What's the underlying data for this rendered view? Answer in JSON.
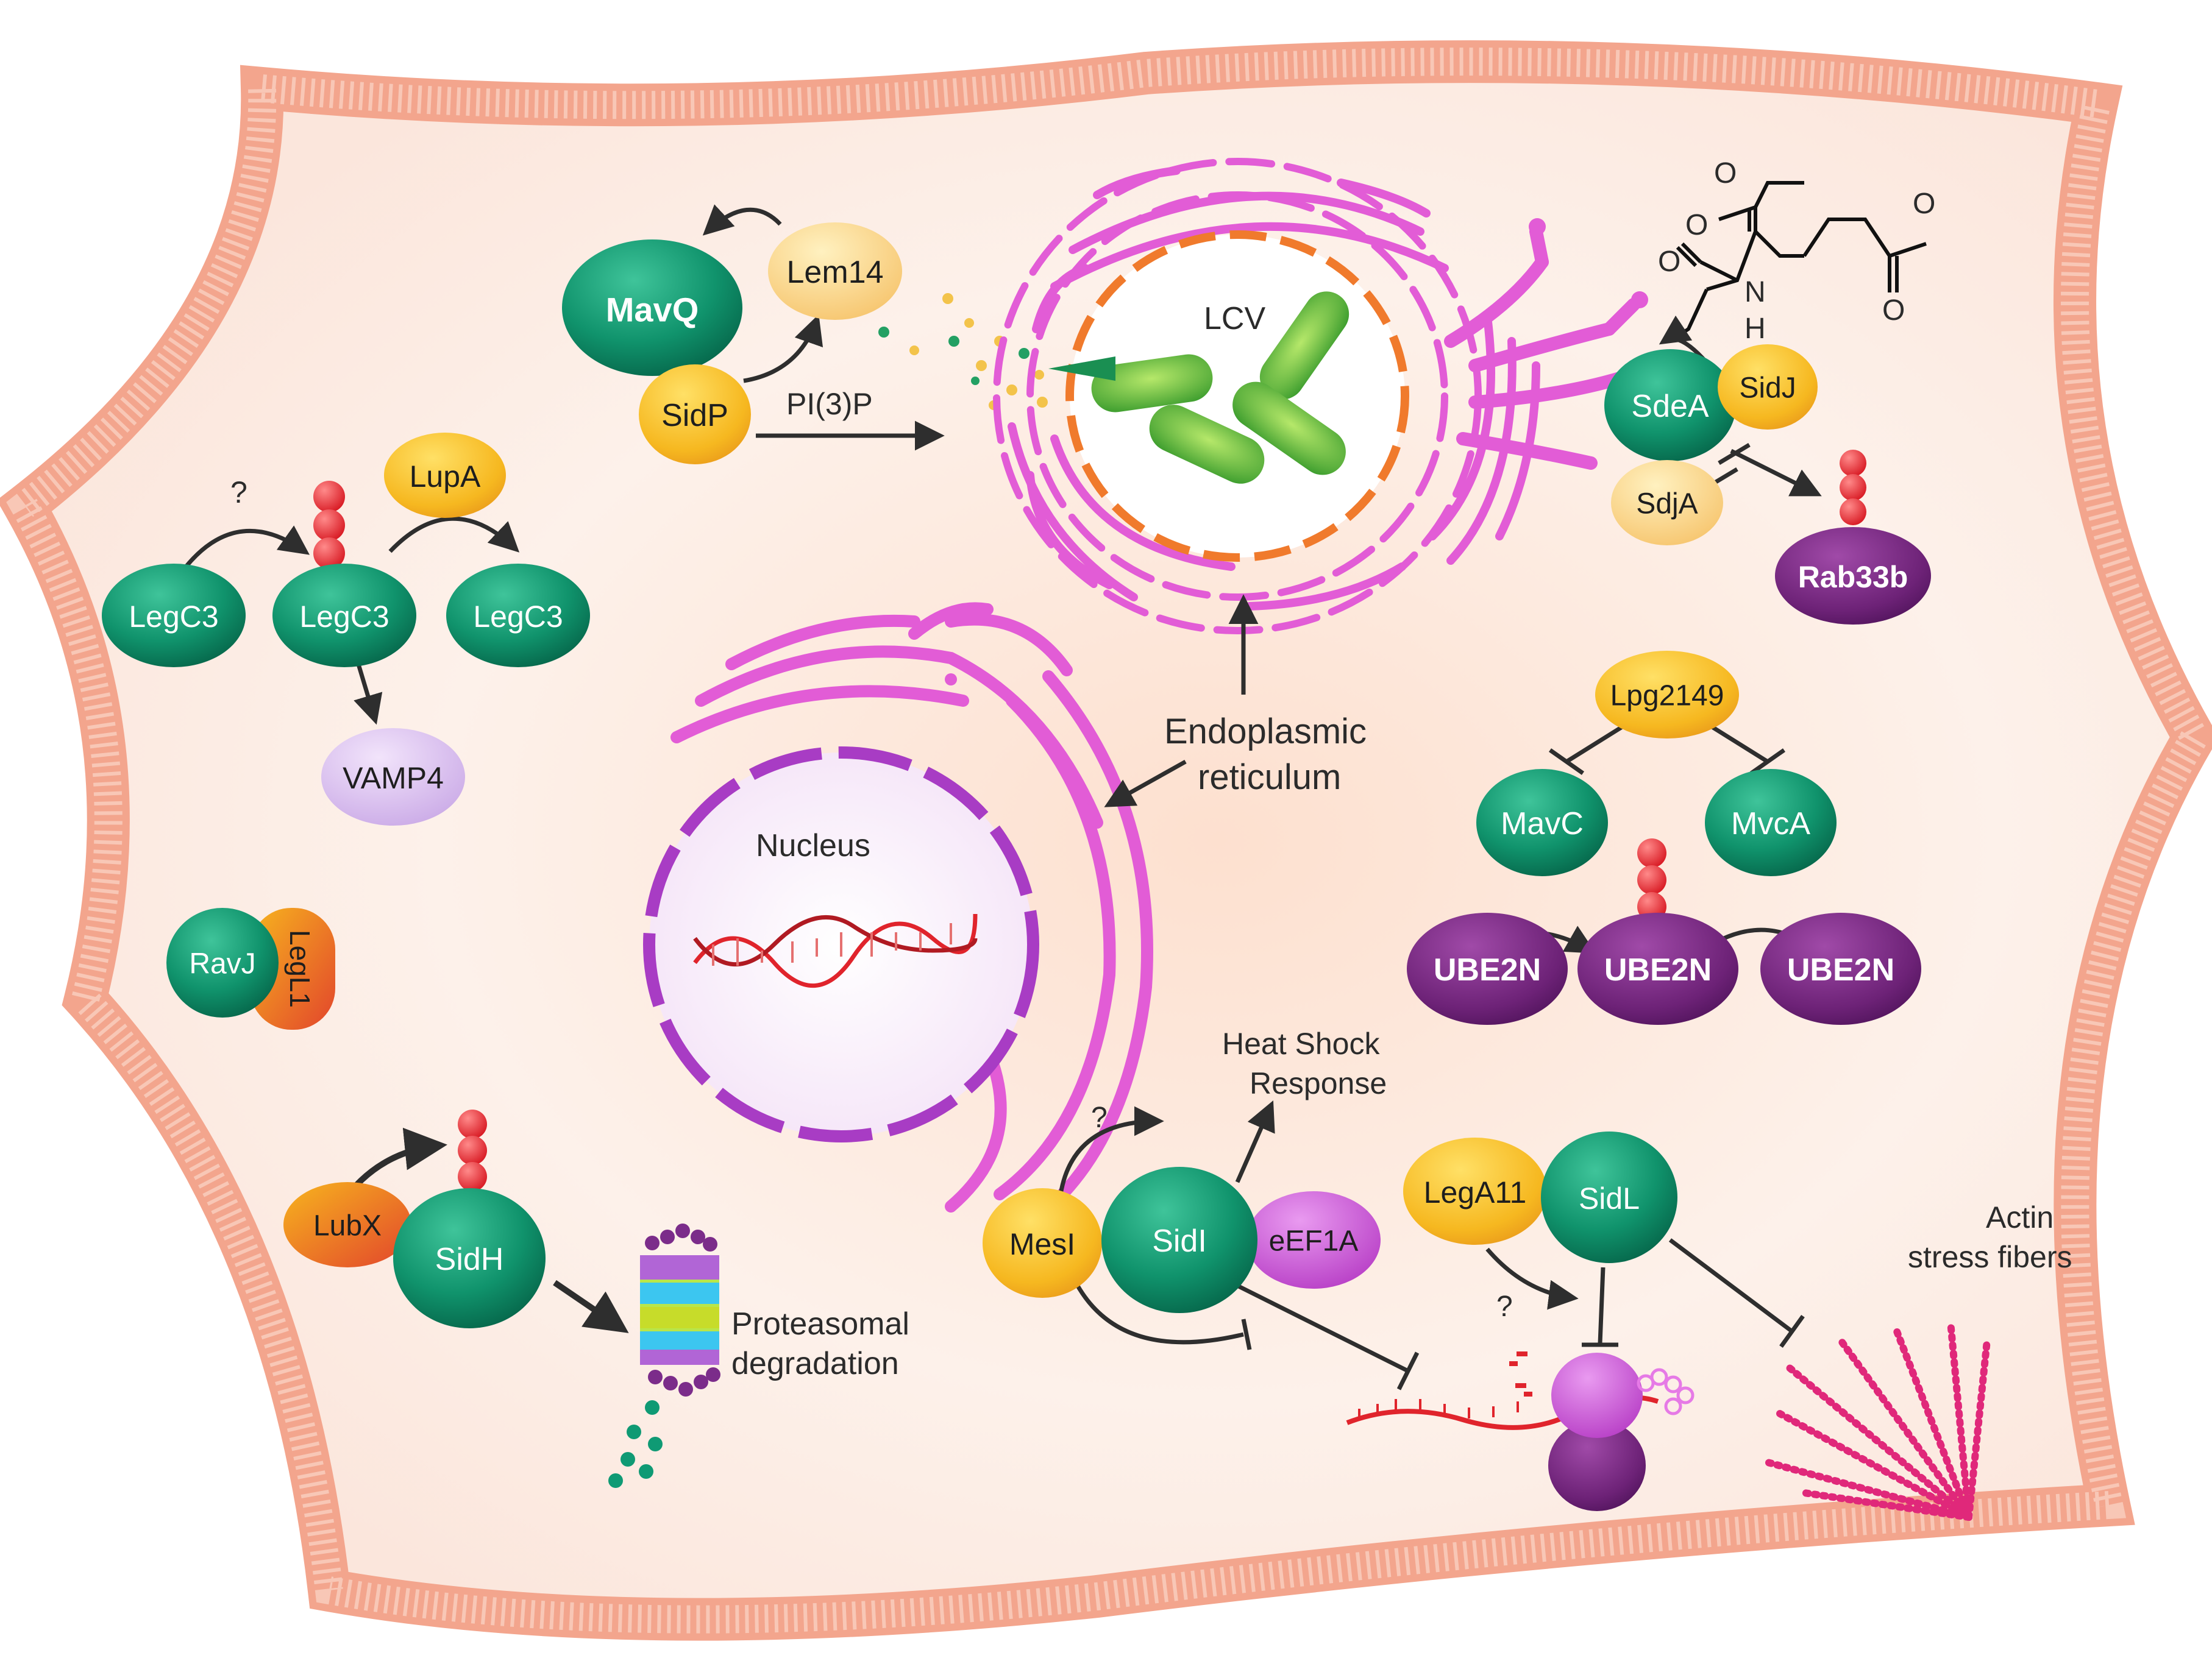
{
  "labels": {
    "lcv": "LCV",
    "pi3p": "PI(3)P",
    "nucleus": "Nucleus",
    "er_line1": "Endoplasmic",
    "er_line2": "reticulum",
    "heat_line1": "Heat Shock",
    "heat_line2": "Response",
    "proteasome_line1": "Proteasomal",
    "proteasome_line2": "degradation",
    "actin_line1": "Actin",
    "actin_line2": "stress fibers",
    "question": "?",
    "glu_o": "O",
    "glu_n": "N",
    "glu_h": "H"
  },
  "proteins": {
    "mavq": "MavQ",
    "lem14": "Lem14",
    "sidp": "SidP",
    "sdea": "SdeA",
    "sidj": "SidJ",
    "sdja": "SdjA",
    "rab33b": "Rab33b",
    "lupa": "LupA",
    "legc3_left": "LegC3",
    "legc3_mid": "LegC3",
    "legc3_right": "LegC3",
    "vamp4": "VAMP4",
    "ravj": "RavJ",
    "legl1": "LegL1",
    "lpg2149": "Lpg2149",
    "mavc": "MavC",
    "mvca": "MvcA",
    "ube2n_left": "UBE2N",
    "ube2n_mid": "UBE2N",
    "ube2n_right": "UBE2N",
    "lubx": "LubX",
    "sidh": "SidH",
    "mesi": "MesI",
    "sidi": "SidI",
    "eef1a": "eEF1A",
    "lega11": "LegA11",
    "sidl": "SidL"
  },
  "colors": {
    "effector_green": "#11956f",
    "yellow_protein": "#f6b820",
    "purple_protein": "#7a2a84",
    "membrane": "#f2a08c",
    "er_pink": "#e25cd6",
    "ubiquitin": "#e5262c"
  }
}
